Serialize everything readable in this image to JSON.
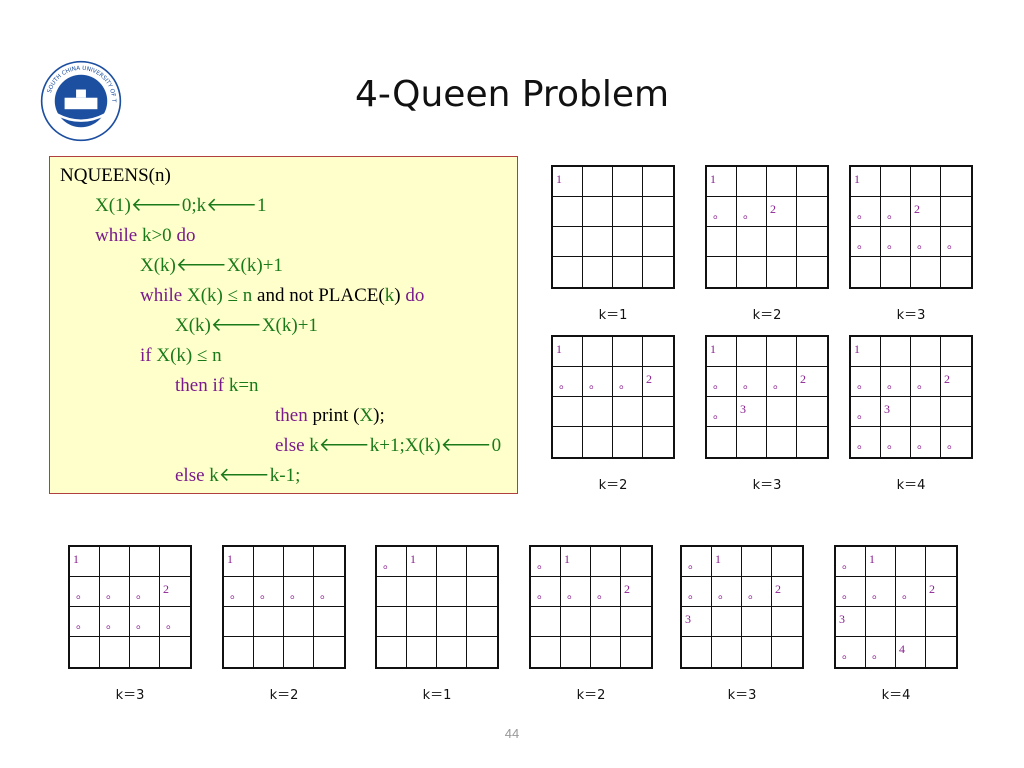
{
  "slide": {
    "title": "4-Queen Problem",
    "page_number": "44"
  },
  "logo": {
    "ring_text": "SOUTH CHINA UNIVERSITY OF TECHNOLOGY",
    "colors": {
      "ring": "#1d4fa0",
      "inner": "#ffffff"
    }
  },
  "code": {
    "lines": [
      {
        "indent": 0,
        "parts": [
          {
            "t": "NQUEENS(n)",
            "c": "bk"
          }
        ]
      },
      {
        "indent": 1,
        "parts": [
          {
            "t": "X(1)🡐0;k🡐1",
            "c": "gr"
          }
        ]
      },
      {
        "indent": 1,
        "parts": [
          {
            "t": "while ",
            "c": "kw"
          },
          {
            "t": "k>0 ",
            "c": "gr"
          },
          {
            "t": "do",
            "c": "kw"
          }
        ]
      },
      {
        "indent": 2,
        "parts": [
          {
            "t": "X(k)🡐X(k)+1",
            "c": "gr"
          }
        ]
      },
      {
        "indent": 2,
        "parts": [
          {
            "t": "while ",
            "c": "kw"
          },
          {
            "t": "X(k) ≤ n ",
            "c": "gr"
          },
          {
            "t": "and not PLACE(",
            "c": "bk"
          },
          {
            "t": "k",
            "c": "gr"
          },
          {
            "t": ") ",
            "c": "bk"
          },
          {
            "t": "do",
            "c": "kw"
          }
        ]
      },
      {
        "indent": 3,
        "parts": [
          {
            "t": "X(k)🡐X(k)+1",
            "c": "gr"
          }
        ]
      },
      {
        "indent": 2,
        "parts": [
          {
            "t": "if ",
            "c": "kw"
          },
          {
            "t": "X(k) ≤ n",
            "c": "gr"
          }
        ]
      },
      {
        "indent": 3,
        "parts": [
          {
            "t": "then   ",
            "c": "kw"
          },
          {
            "t": "if ",
            "c": "kw"
          },
          {
            "t": "k=n",
            "c": "gr"
          }
        ]
      },
      {
        "indent": 4,
        "parts": [
          {
            "t": "then ",
            "c": "kw"
          },
          {
            "t": "print (",
            "c": "bk"
          },
          {
            "t": "X",
            "c": "gr"
          },
          {
            "t": ");",
            "c": "bk"
          }
        ]
      },
      {
        "indent": 4,
        "parts": [
          {
            "t": "else ",
            "c": "kw"
          },
          {
            "t": "k🡐k+1;X(k)🡐0",
            "c": "gr"
          }
        ]
      },
      {
        "indent": 3,
        "parts": [
          {
            "t": "else ",
            "c": "kw"
          },
          {
            "t": "k🡐k-1;",
            "c": "gr"
          }
        ]
      }
    ]
  },
  "boards": [
    {
      "label": "k＝1",
      "cells": {
        "0,0": "1"
      }
    },
    {
      "label": "k＝2",
      "cells": {
        "0,0": "1",
        "1,0": "。",
        "1,1": "。",
        "1,2": "2"
      }
    },
    {
      "label": "k＝3",
      "cells": {
        "0,0": "1",
        "1,0": "。",
        "1,1": "。",
        "1,2": "2",
        "2,0": "。",
        "2,1": "。",
        "2,2": "。",
        "2,3": "。"
      }
    },
    {
      "label": "k＝2",
      "cells": {
        "0,0": "1",
        "1,0": "。",
        "1,1": "。",
        "1,2": "。",
        "1,3": "2"
      }
    },
    {
      "label": "k＝3",
      "cells": {
        "0,0": "1",
        "1,0": "。",
        "1,1": "。",
        "1,2": "。",
        "1,3": "2",
        "2,0": "。",
        "2,1": "3"
      }
    },
    {
      "label": "k＝4",
      "cells": {
        "0,0": "1",
        "1,0": "。",
        "1,1": "。",
        "1,2": "。",
        "1,3": "2",
        "2,0": "。",
        "2,1": "3",
        "3,0": "。",
        "3,1": "。",
        "3,2": "。",
        "3,3": "。"
      }
    },
    {
      "label": "k＝3",
      "cells": {
        "0,0": "1",
        "1,0": "。",
        "1,1": "。",
        "1,2": "。",
        "1,3": "2",
        "2,0": "。",
        "2,1": "。",
        "2,2": "。",
        "2,3": "。"
      }
    },
    {
      "label": "k＝2",
      "cells": {
        "0,0": "1",
        "1,0": "。",
        "1,1": "。",
        "1,2": "。",
        "1,3": "。"
      }
    },
    {
      "label": "k＝1",
      "cells": {
        "0,0": "。",
        "0,1": "1"
      }
    },
    {
      "label": "k＝2",
      "cells": {
        "0,0": "。",
        "0,1": "1",
        "1,0": "。",
        "1,1": "。",
        "1,2": "。",
        "1,3": "2"
      }
    },
    {
      "label": "k＝3",
      "cells": {
        "0,0": "。",
        "0,1": "1",
        "1,0": "。",
        "1,1": "。",
        "1,2": "。",
        "1,3": "2",
        "2,0": "3"
      }
    },
    {
      "label": "k＝4",
      "cells": {
        "0,0": "。",
        "0,1": "1",
        "1,0": "。",
        "1,1": "。",
        "1,2": "。",
        "1,3": "2",
        "2,0": "3",
        "3,0": "。",
        "3,1": "。",
        "3,2": "4"
      }
    }
  ]
}
